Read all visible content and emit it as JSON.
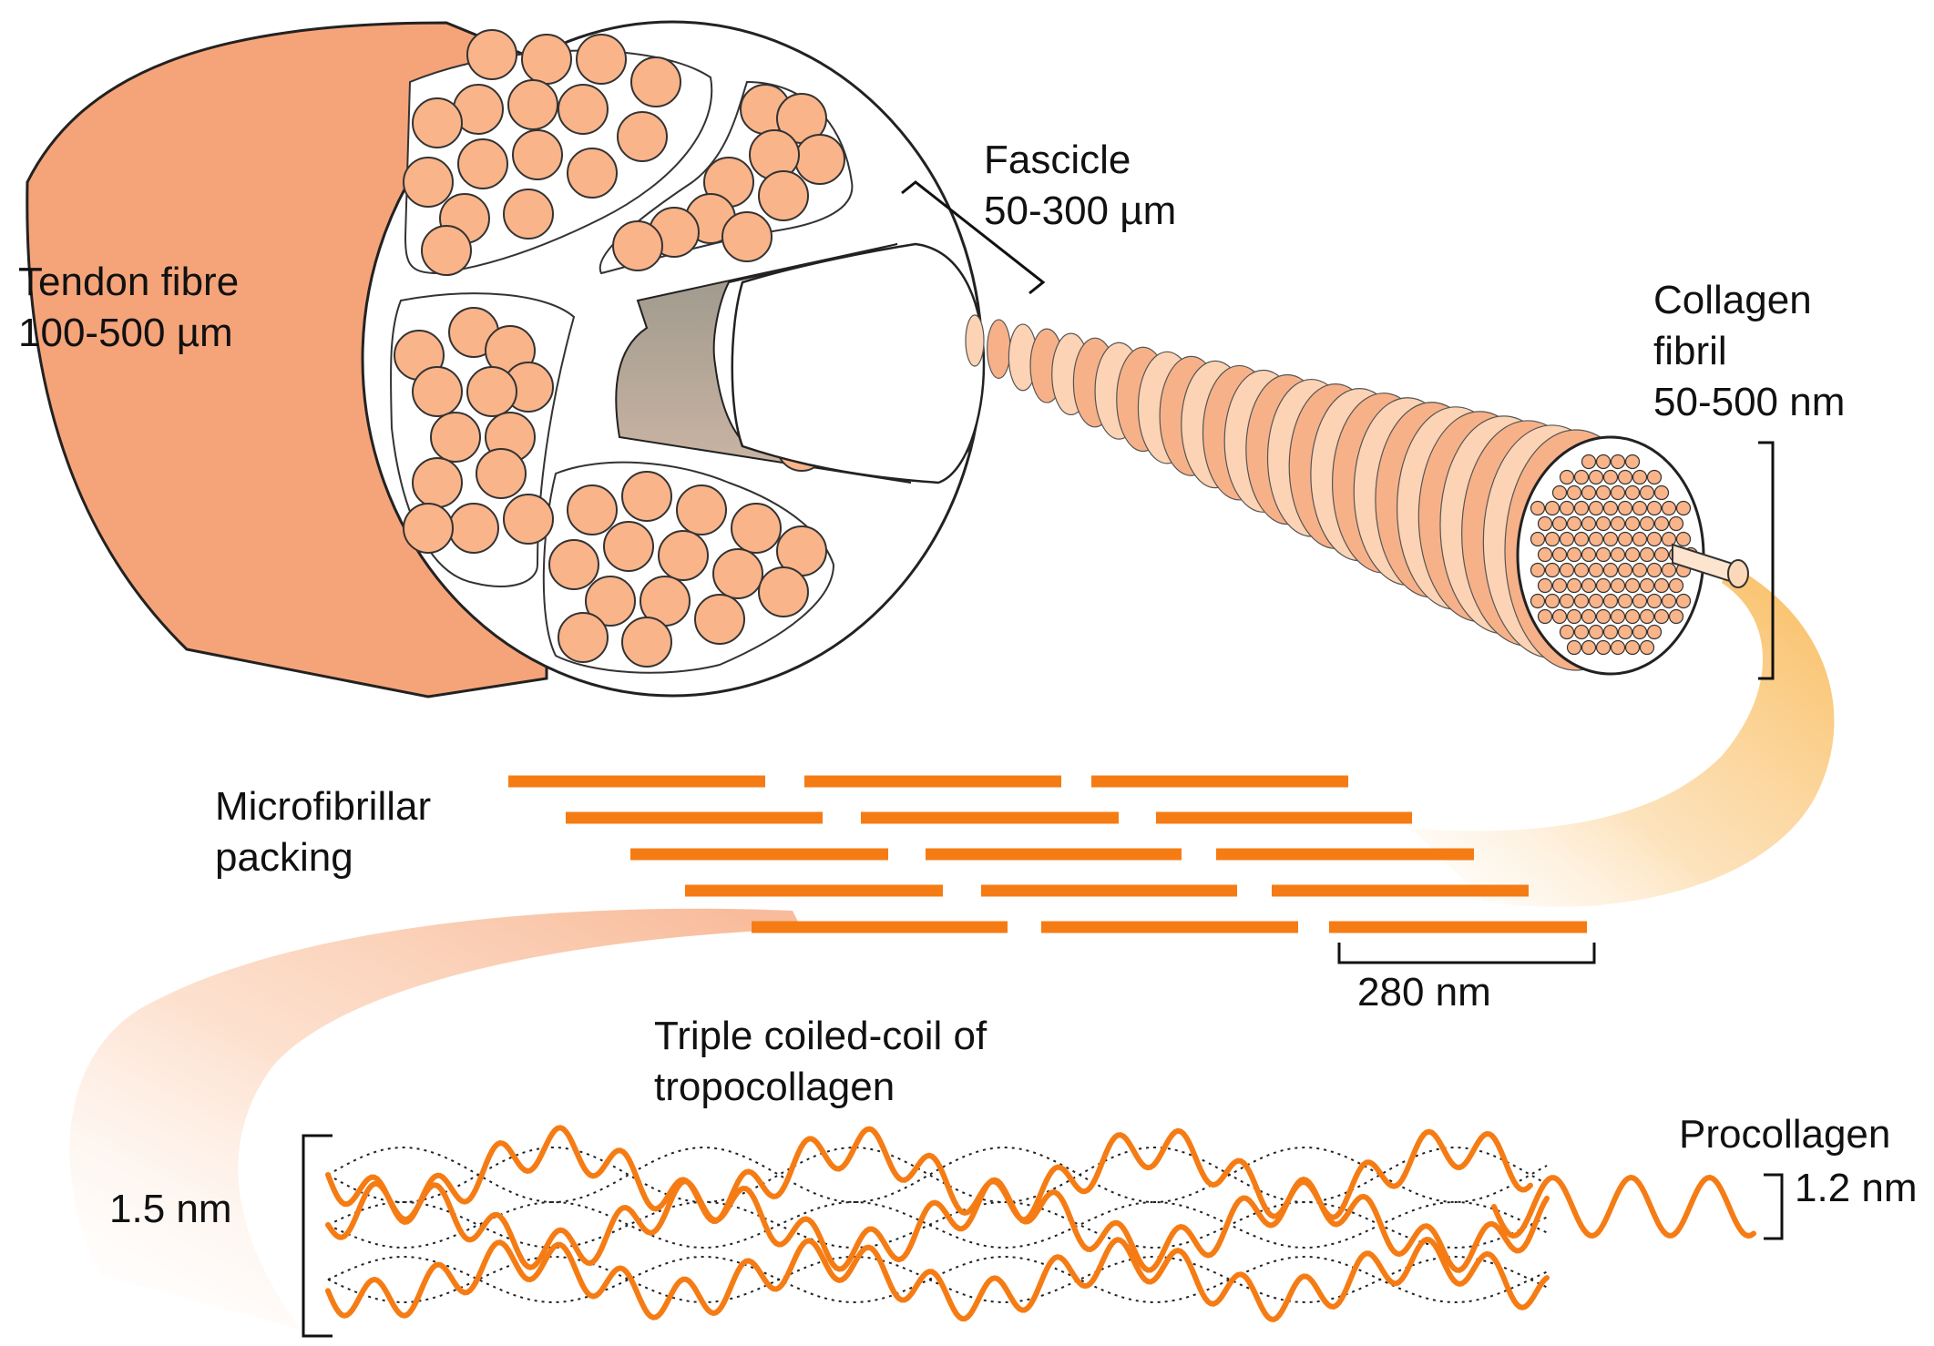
{
  "labels": {
    "tendon": [
      "Tendon fibre",
      "100-500 µm"
    ],
    "fascicle": [
      "Fascicle",
      "50-300 µm"
    ],
    "fibril": [
      "Collagen",
      "fibril",
      "50-500 nm"
    ],
    "packing": [
      "Microfibrillar",
      "packing"
    ],
    "period": "280 nm",
    "triple": [
      "Triple coiled-coil of",
      "tropocollagen"
    ],
    "height_triple": "1.5 nm",
    "procollagen": "Procollagen",
    "height_procollagen": "1.2 nm"
  },
  "colors": {
    "tendon_skin": "#f5a47a",
    "fascicle_fill": "#f9b48a",
    "fibril_disc_light": "#fcd3b4",
    "fibril_disc_mid": "#f7b189",
    "microfibril_bar": "#f57c14",
    "helix": "#f57c14",
    "gradient_band": "#f9c070",
    "cavity": "#a09a8a"
  }
}
